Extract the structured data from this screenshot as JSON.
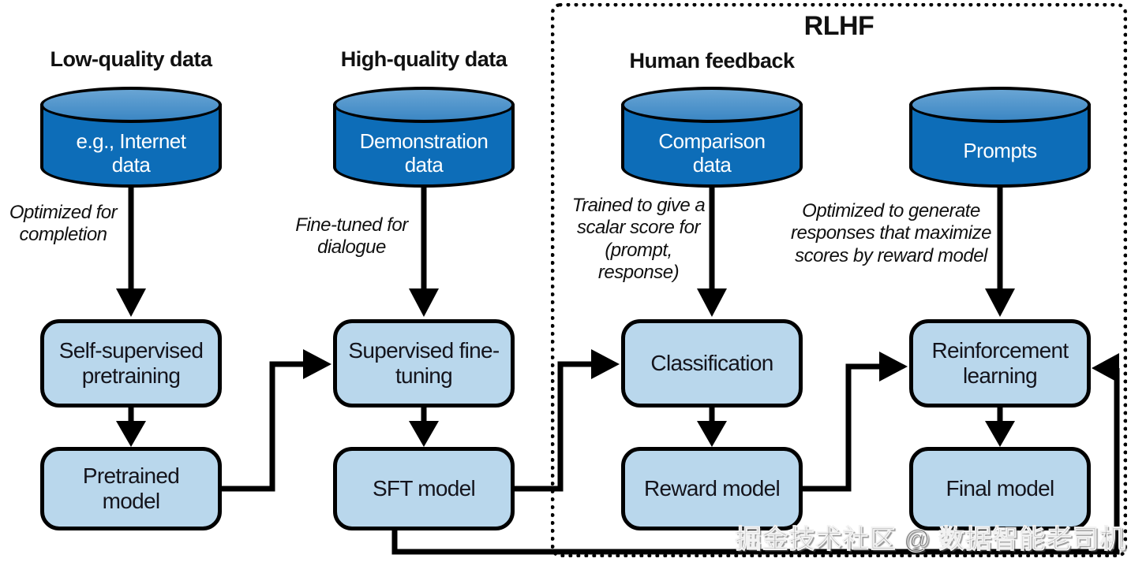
{
  "rlhf": {
    "label": "RLHF"
  },
  "watermark": "掘金技术社区 @ 数据智能老司机",
  "colors": {
    "cylinder_body": "#0d6db8",
    "cylinder_top": "#4b92cb",
    "box_fill": "#b9d7ec",
    "outline": "#000000",
    "cylinder_text": "#ffffff"
  },
  "columns": [
    {
      "header": "Low-quality data",
      "cylinder": "e.g., Internet data",
      "annotation": "Optimized for completion",
      "stage": "Self-supervised pretraining",
      "output": "Pretrained model"
    },
    {
      "header": "High-quality data",
      "cylinder": "Demonstration data",
      "annotation": "Fine-tuned for dialogue",
      "stage": "Supervised fine-tuning",
      "output": "SFT model"
    },
    {
      "header": "Human feedback",
      "cylinder": "Comparison data",
      "annotation": "Trained to give a scalar score for (prompt, response)",
      "stage": "Classification",
      "output": "Reward model"
    },
    {
      "header": "",
      "cylinder": "Prompts",
      "annotation": "Optimized to generate responses that maximize scores by reward model",
      "stage": "Reinforcement learning",
      "output": "Final model"
    }
  ],
  "edges": [
    {
      "from": "e.g., Internet data",
      "to": "Self-supervised pretraining"
    },
    {
      "from": "Self-supervised pretraining",
      "to": "Pretrained model"
    },
    {
      "from": "Pretrained model",
      "to": "Supervised fine-tuning"
    },
    {
      "from": "Demonstration data",
      "to": "Supervised fine-tuning"
    },
    {
      "from": "Supervised fine-tuning",
      "to": "SFT model"
    },
    {
      "from": "SFT model",
      "to": "Classification"
    },
    {
      "from": "Comparison data",
      "to": "Classification"
    },
    {
      "from": "Classification",
      "to": "Reward model"
    },
    {
      "from": "Reward model",
      "to": "Reinforcement learning"
    },
    {
      "from": "Prompts",
      "to": "Reinforcement learning"
    },
    {
      "from": "SFT model",
      "to": "Reinforcement learning"
    },
    {
      "from": "Reinforcement learning",
      "to": "Final model"
    }
  ]
}
